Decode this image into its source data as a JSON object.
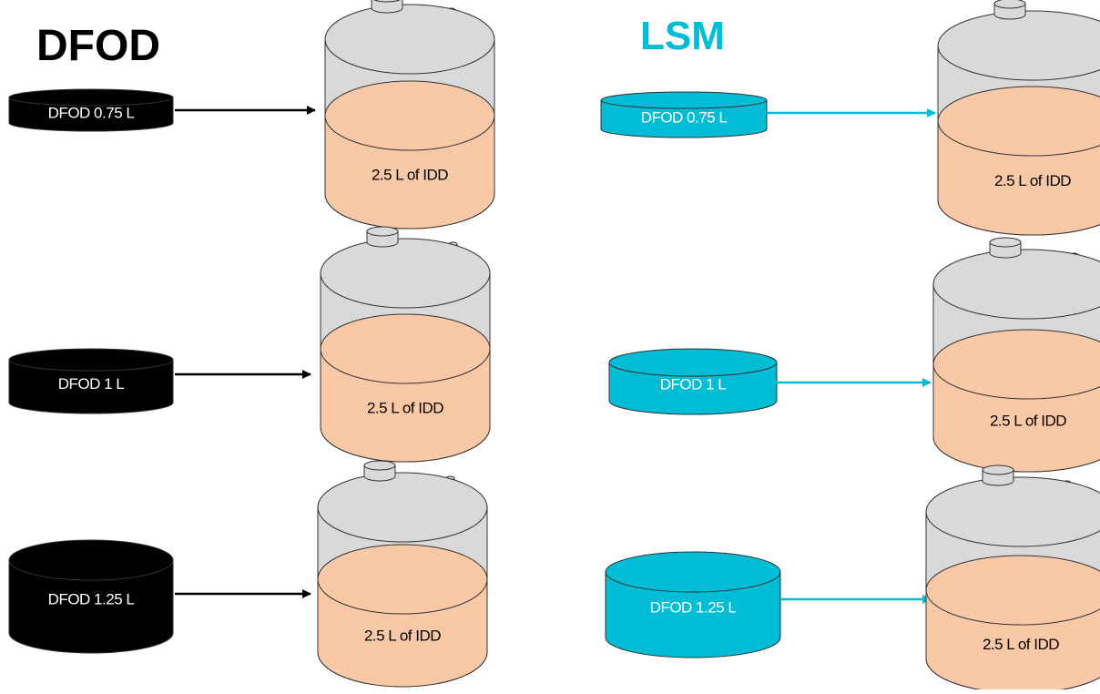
{
  "headings": {
    "left": "DFOD",
    "right": "LSM"
  },
  "colors": {
    "dfod": "#000000",
    "lsm": "#00bcd4",
    "liquid": "#f9c8a6",
    "tank": "#d9d9d9",
    "outline": "#333333"
  },
  "left_rows": [
    {
      "source": "DFOD 0.75 L",
      "target": "2.5 L of IDD"
    },
    {
      "source": "DFOD 1 L",
      "target": "2.5 L of IDD"
    },
    {
      "source": "DFOD 1.25 L",
      "target": "2.5 L of IDD"
    }
  ],
  "right_rows": [
    {
      "source": "DFOD 0.75 L",
      "target": "2.5 L of IDD"
    },
    {
      "source": "DFOD 1 L",
      "target": "2.5 L of IDD"
    },
    {
      "source": "DFOD 1.25 L",
      "target": "2.5 L of IDD"
    }
  ]
}
